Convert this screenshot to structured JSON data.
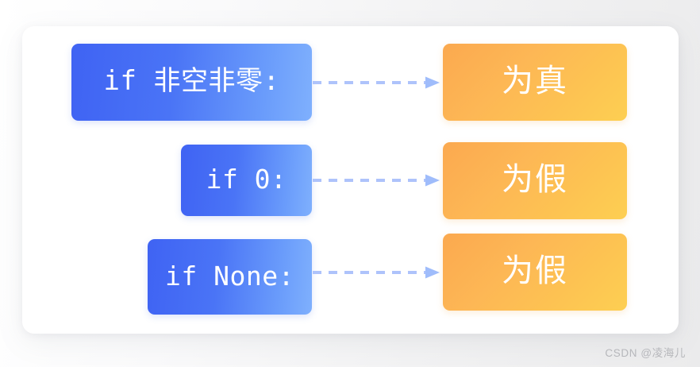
{
  "diagram": {
    "title": "Python truthiness if-condition diagram",
    "colors": {
      "blue_dark": "#3f63f3",
      "blue_light": "#7fb0fd",
      "orange_dark": "#fba94f",
      "orange_light": "#fdcf52",
      "arrow": "#aec3fb",
      "card_bg": "#ffffff",
      "page_bg": "#f2f2f3",
      "text_on_box": "#ffffff",
      "watermark": "#b6b7bb"
    },
    "rows": [
      {
        "condition": "if 非空非零:",
        "result": "为真",
        "arrow": "dashed-arrow-right"
      },
      {
        "condition": "if 0:",
        "result": "为假",
        "arrow": "dashed-arrow-right"
      },
      {
        "condition": "if None:",
        "result": "为假",
        "arrow": "dashed-arrow-right"
      }
    ]
  },
  "watermark": {
    "text": "CSDN @凌海儿"
  }
}
